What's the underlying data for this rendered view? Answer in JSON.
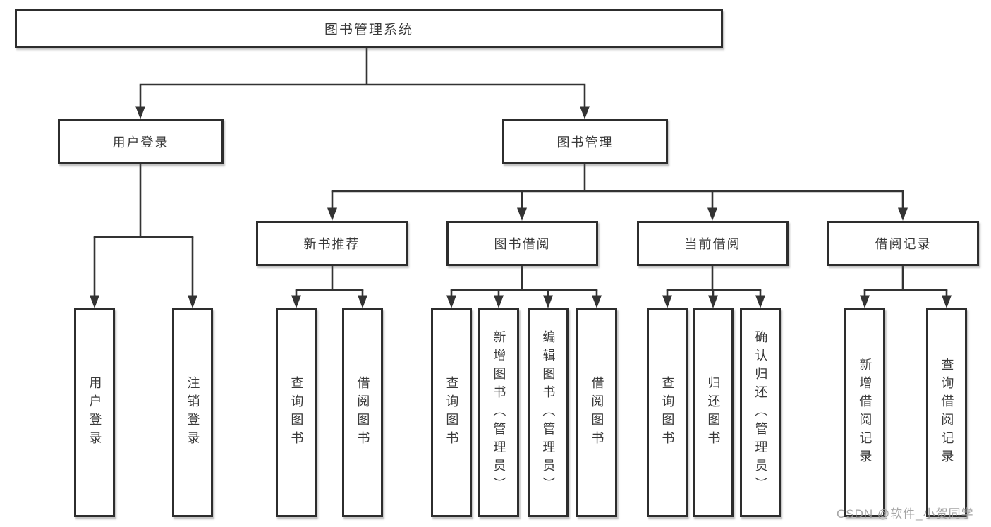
{
  "page": {
    "colors": {
      "line": "#333333",
      "box_border": "#2d2d2d",
      "box_fill": "#ffffff",
      "text": "#3a3a3a",
      "watermark": "#9c9c9c",
      "background": "#ffffff"
    }
  },
  "tree": {
    "root": "图书管理系统",
    "children": [
      {
        "label": "用户登录",
        "children": [
          "用户登录",
          "注销登录"
        ]
      },
      {
        "label": "图书管理",
        "children": [
          {
            "label": "新书推荐",
            "children": [
              "查询图书",
              "借阅图书"
            ]
          },
          {
            "label": "图书借阅",
            "children": [
              "查询图书",
              "新增图书（管理员）",
              "编辑图书（管理员）",
              "借阅图书"
            ]
          },
          {
            "label": "当前借阅",
            "children": [
              "查询图书",
              "归还图书",
              "确认归还（管理员）"
            ]
          },
          {
            "label": "借阅记录",
            "children": [
              "新增借阅记录",
              "查询借阅记录"
            ]
          }
        ]
      }
    ]
  },
  "watermark": {
    "text": "CSDN @软件_小贺同学"
  }
}
